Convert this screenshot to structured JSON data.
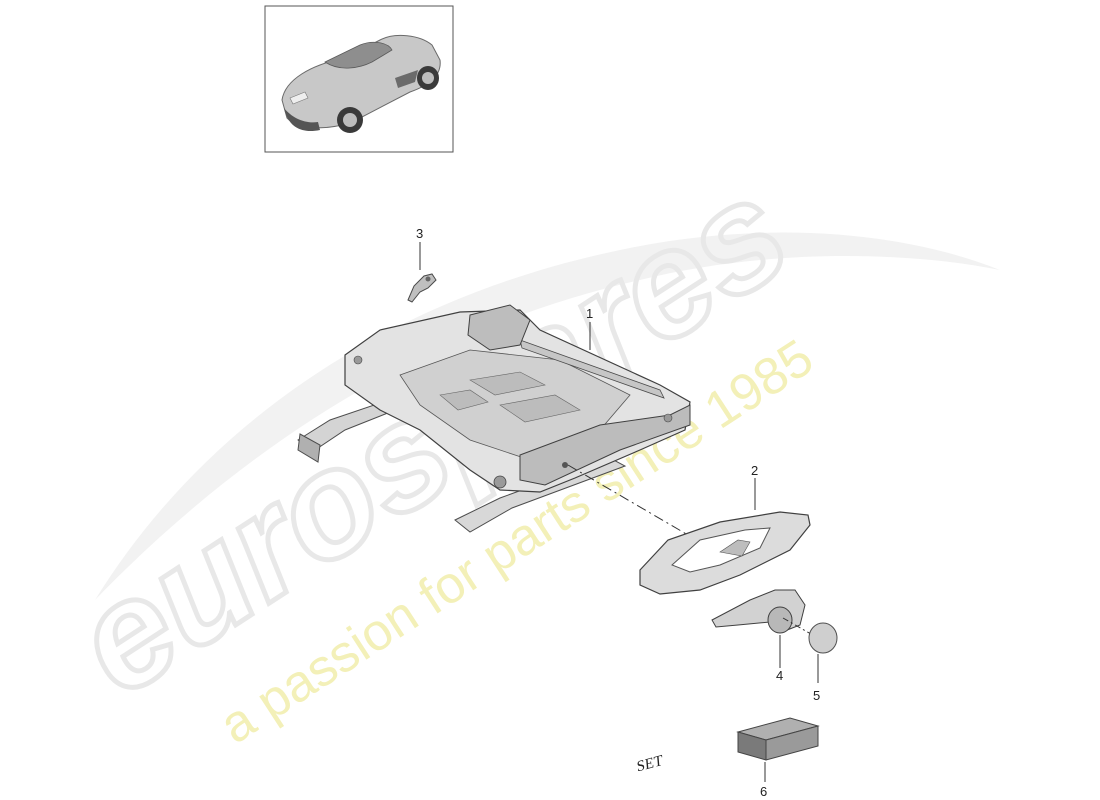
{
  "diagram": {
    "callouts": [
      {
        "id": "1",
        "label": "1"
      },
      {
        "id": "2",
        "label": "2"
      },
      {
        "id": "3",
        "label": "3"
      },
      {
        "id": "4",
        "label": "4"
      },
      {
        "id": "5",
        "label": "5"
      },
      {
        "id": "6",
        "label": "6"
      }
    ],
    "set_box_label": "SET"
  },
  "watermark": {
    "brand": "eurospares",
    "tagline": "a passion for parts since 1985",
    "brand_color": "#e8e8e8",
    "tagline_color": "#f3f0b8"
  }
}
